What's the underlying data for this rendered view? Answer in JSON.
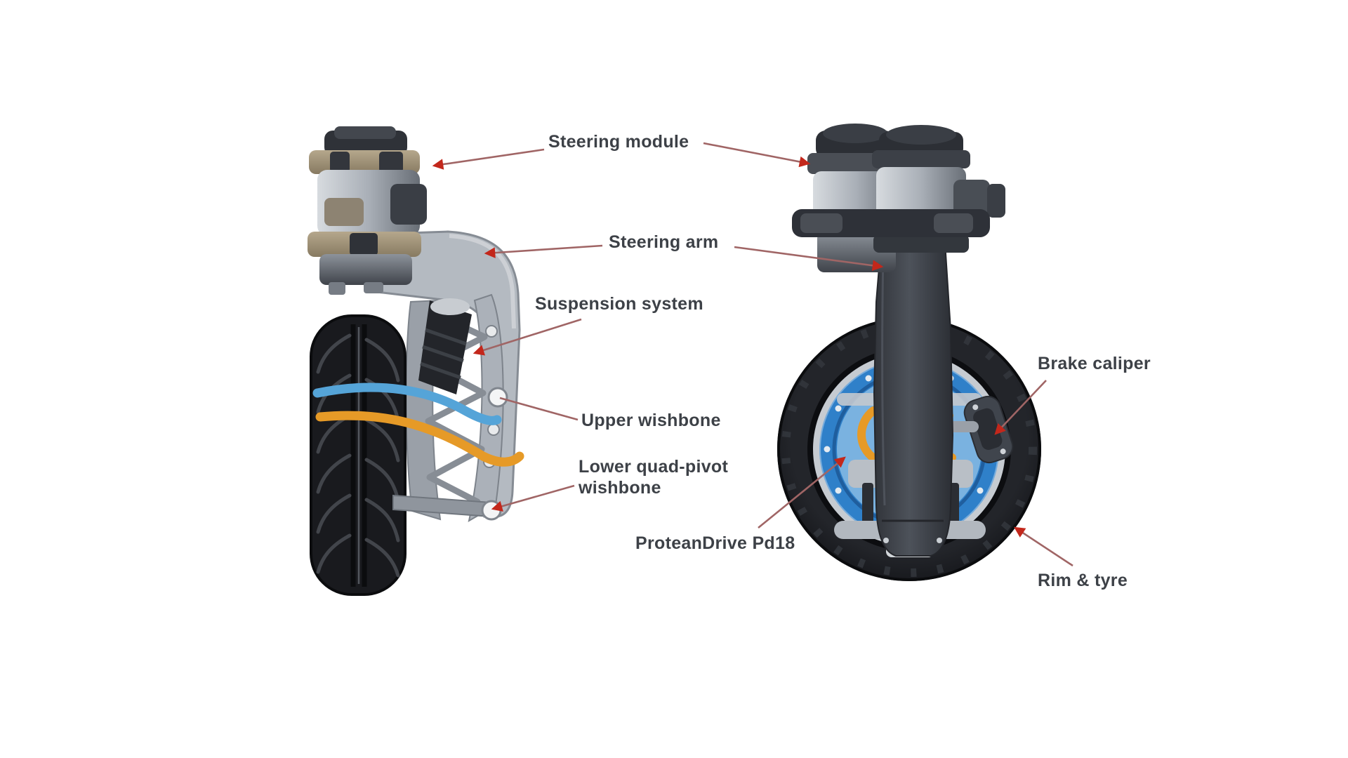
{
  "diagram": {
    "labels": {
      "steering_module": "Steering module",
      "steering_arm": "Steering arm",
      "suspension_system": "Suspension system",
      "upper_wishbone": "Upper wishbone",
      "lower_quad_pivot_wishbone": "Lower quad-pivot wishbone",
      "protean_drive": "ProteanDrive Pd18",
      "brake_caliper": "Brake caliper",
      "rim_and_tyre": "Rim & tyre"
    }
  },
  "colors": {
    "background": "#ffffff",
    "label_text": "#3d4147",
    "arrow_line": "#a06565",
    "arrow_head": "#c3271b",
    "motor_blue": "#2f80c9",
    "motor_blue_light": "#7ab2e0",
    "cable_orange": "#e69a27",
    "cable_blue": "#55a4d8",
    "tire_black": "#191a1e",
    "metal_light": "#b9bec5",
    "metal_dark": "#3a3e45"
  }
}
